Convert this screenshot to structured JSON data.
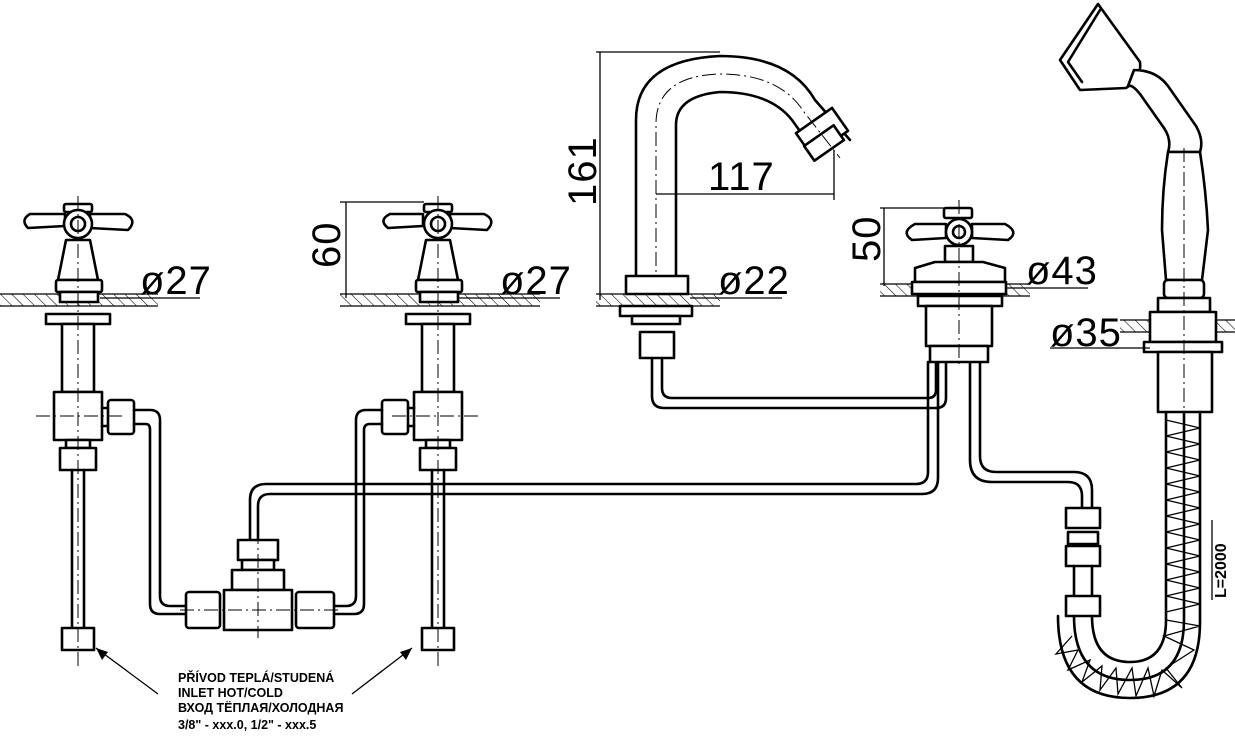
{
  "dimensions": {
    "d27_left": "ø27",
    "d27_right": "ø27",
    "h60": "60",
    "h161": "161",
    "w117": "117",
    "d22": "ø22",
    "h50": "50",
    "d43": "ø43",
    "d35": "ø35",
    "hose_length": "L=2000"
  },
  "inlet_note": {
    "line1": "PŘÍVOD TEPLÁ/STUDENÁ",
    "line2": "INLET HOT/COLD",
    "line3": "ВХОД ТЁПЛАЯ/ХОЛОДНАЯ",
    "line4": "3/8\" - xxx.0, 1/2\" - xxx.5"
  }
}
